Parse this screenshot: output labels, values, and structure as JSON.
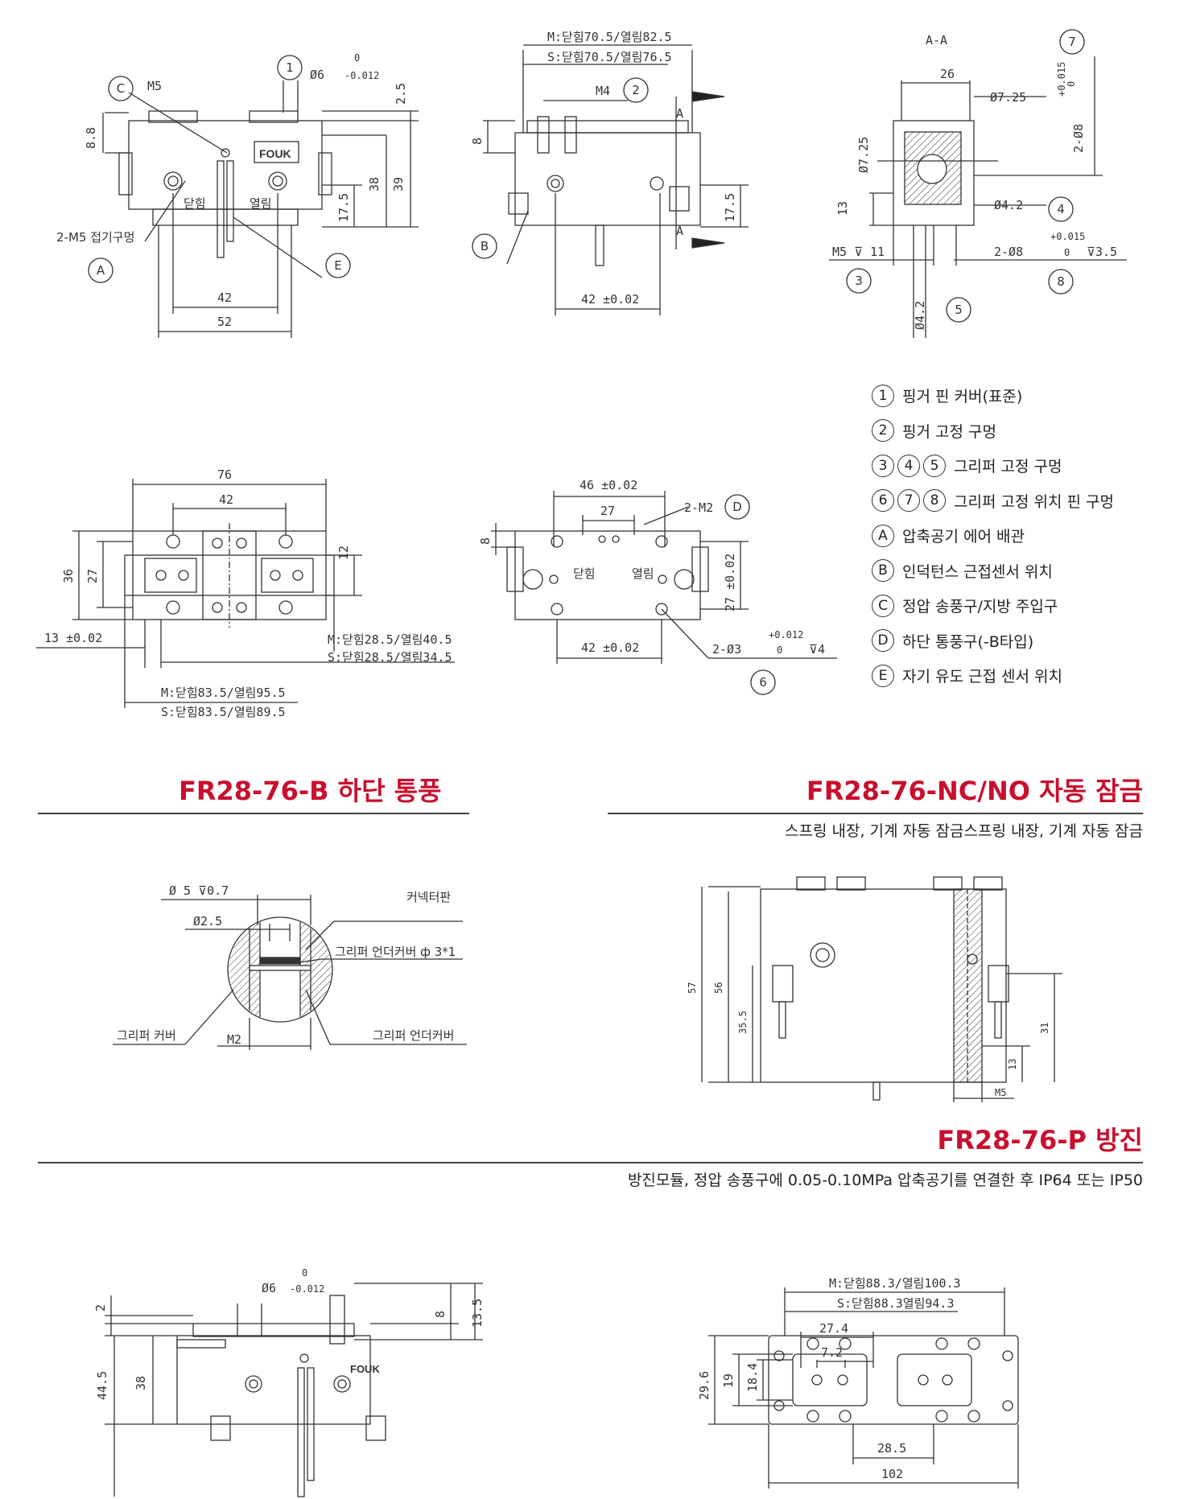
{
  "legend": [
    {
      "marks": [
        "1"
      ],
      "text": "핑거 핀 커버(표준)"
    },
    {
      "marks": [
        "2"
      ],
      "text": "핑거 고정 구멍"
    },
    {
      "marks": [
        "3",
        "4",
        "5"
      ],
      "text": "그리퍼 고정 구멍"
    },
    {
      "marks": [
        "6",
        "7",
        "8"
      ],
      "text": "그리퍼 고정 위치 핀 구멍"
    },
    {
      "marks": [
        "A"
      ],
      "text": "압축공기 에어 배관"
    },
    {
      "marks": [
        "B"
      ],
      "text": "인덕턴스 근접센서 위치"
    },
    {
      "marks": [
        "C"
      ],
      "text": "정압 송풍구/지방 주입구"
    },
    {
      "marks": [
        "D"
      ],
      "text": "하단 통풍구(-B타입)"
    },
    {
      "marks": [
        "E"
      ],
      "text": "자기 유도 근접 센서 위치"
    }
  ],
  "sections": {
    "b_title": "FR28-76-B 하단 통풍",
    "nc_title": "FR28-76-NC/NO 자동 잠금",
    "nc_sub": "스프링 내장, 기계 자동 잠금스프링 내장, 기계 자동 잠금",
    "p_title": "FR28-76-P 방진",
    "p_sub": "방진모듈, 정압 송풍구에 0.05-0.10MPa 압축공기를 연결한 후 IP64 또는 IP50"
  },
  "drawing1": {
    "c": "C",
    "m5": "M5",
    "one": "1",
    "phi6": "Ø6",
    "tol0": "0",
    "tolm": "-0.012",
    "d25": "2.5",
    "d88": "8.8",
    "d38": "38",
    "d39": "39",
    "d175": "17.5",
    "close": "닫힘",
    "open": "열림",
    "port": "2-M5 접기구멍",
    "a": "A",
    "e": "E",
    "d42": "42",
    "d52": "52",
    "brand": "FOUK"
  },
  "drawing2": {
    "m_dim": "M:닫힘70.5/열림82.5",
    "s_dim": "S:닫힘70.5/열림76.5",
    "m4": "M4",
    "two": "2",
    "d8": "8",
    "sec_a": "A",
    "d175": "17.5",
    "b": "B",
    "d42": "42 ±0.02"
  },
  "drawing3": {
    "title": "A-A",
    "seven": "7",
    "d26": "26",
    "phi725": "Ø7.25",
    "tolp": "+0.015",
    "tol0": "0",
    "phi8": "2-Ø8",
    "phi725v": "Ø7.25",
    "d13": "13",
    "phi42": "Ø4.2",
    "four": "4",
    "m5": "M5 ⊽ 11",
    "phi8b": "2-Ø8",
    "tolp2": "+0.015",
    "tol02": "0",
    "depth": "⊽3.5",
    "three": "3",
    "eight": "8",
    "phi42v": "Ø4.2",
    "five": "5"
  },
  "drawing4": {
    "d76": "76",
    "d42": "42",
    "d36": "36",
    "d27": "27",
    "d12": "12",
    "d13": "13 ±0.02",
    "m_dim": "M:닫힘28.5/열림40.5",
    "s_dim": "S:닫힘28.5/열림34.5",
    "m_dim2": "M:닫힘83.5/열림95.5",
    "s_dim2": "S:닫힘83.5/열림89.5"
  },
  "drawing5": {
    "d46": "46 ±0.02",
    "d27": "27",
    "m2": "2-M2",
    "d": "D",
    "d8": "8",
    "close": "닫힘",
    "open": "열림",
    "d27t": "27 ±0.02",
    "d42": "42 ±0.02",
    "phi3": "2-Ø3",
    "tolp": "+0.012",
    "tol0": "0",
    "depth": "⊽4",
    "six": "6"
  },
  "drawing6": {
    "phi5": "Ø 5 ⊽0.7",
    "phi25": "Ø2.5",
    "connector": "커넥터판",
    "under1": "그리퍼 언더커버 ф 3*1",
    "cover": "그리퍼 커버",
    "m2": "M2",
    "under2": "그리퍼 언더커버"
  },
  "drawing7": {
    "d57": "57",
    "d56": "56",
    "d355": "35.5",
    "d31": "31",
    "d13": "13",
    "m5": "M5"
  },
  "drawing8": {
    "d2": "2",
    "phi6": "Ø6",
    "tol0": "0",
    "tolm": "-0.012",
    "d8": "8",
    "d135": "13.5",
    "d445": "44.5",
    "d38": "38",
    "brand": "FOUK"
  },
  "drawing9": {
    "m_dim": "M:닫힘88.3/열림100.3",
    "s_dim": "S:닫힘88.3열림94.3",
    "d274": "27.4",
    "d72": "7.2",
    "d296": "29.6",
    "d19": "19",
    "d184": "18.4",
    "d285": "28.5",
    "d102": "102"
  }
}
